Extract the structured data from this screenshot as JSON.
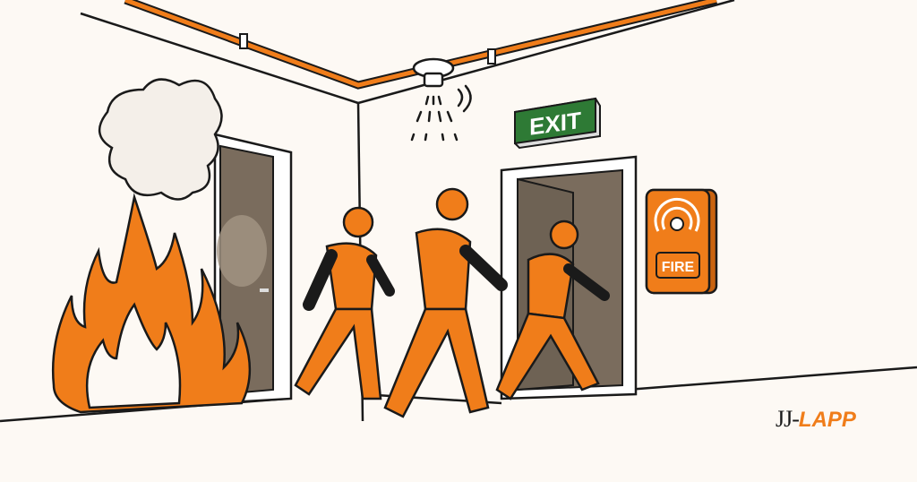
{
  "scene": {
    "description": "Fire evacuation illustration: three people in orange walking toward an open exit door while fire and smoke burn on the left",
    "exit_sign": {
      "label": "EXIT",
      "color": "#2e7a35"
    },
    "alarm": {
      "label": "FIRE",
      "color": "#f07d1a"
    },
    "colors": {
      "background": "#fdf9f4",
      "accent": "#f07d1a",
      "outline": "#1a1a1a",
      "door": "#7a6c5d"
    }
  },
  "brand": {
    "part1": "JJ",
    "separator": "-",
    "part2": "LAPP"
  }
}
